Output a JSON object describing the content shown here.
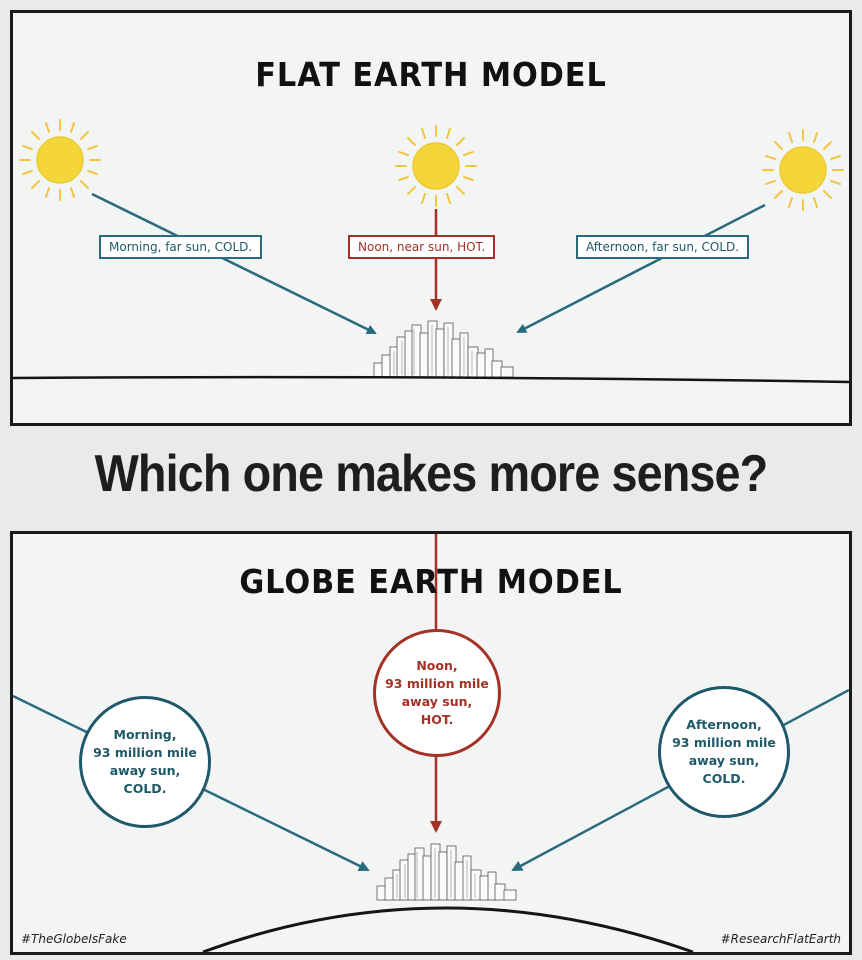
{
  "flat_model": {
    "title": "FLAT EARTH MODEL",
    "labels": {
      "morning": "Morning, far sun, COLD.",
      "noon": "Noon, near sun, HOT.",
      "afternoon": "Afternoon, far sun, COLD."
    }
  },
  "question": "Which one makes more sense?",
  "globe_model": {
    "title": "GLOBE EARTH MODEL",
    "labels": {
      "morning": "Morning,\n93 million mile\naway sun,\nCOLD.",
      "noon": "Noon,\n93 million mile\naway sun,\nHOT.",
      "afternoon": "Afternoon,\n93 million mile\naway sun,\nCOLD."
    },
    "hashtags": {
      "left": "#TheGlobeIsFake",
      "right": "#ResearchFlatEarth"
    }
  },
  "colors": {
    "blue_arrow": "#2a6a7f",
    "red_arrow": "#a33126",
    "sun": "#f5d63a",
    "sun_rays": "#f2c641"
  },
  "icons": [
    "sun-icon",
    "city-skyline-icon"
  ]
}
